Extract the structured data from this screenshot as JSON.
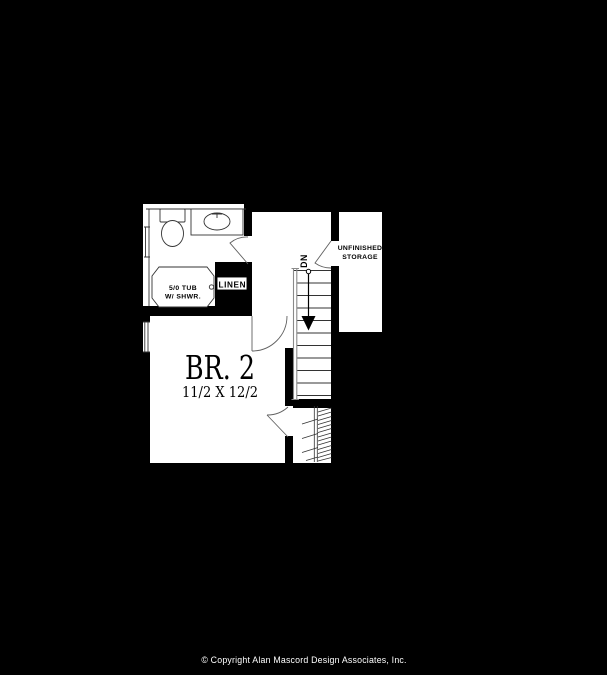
{
  "floor_plan": {
    "bedroom": {
      "name": "BR. 2",
      "dimensions": "11/2 X 12/2"
    },
    "bath": {
      "tub_line1": "5/0 TUB",
      "tub_line2": "W/ SHWR."
    },
    "linen": {
      "label": "LINEN"
    },
    "storage": {
      "line1": "UNFINISHED",
      "line2": "STORAGE"
    },
    "stairs": {
      "direction": "DN"
    }
  },
  "footer": {
    "copyright": "© Copyright Alan Mascord Design Associates, Inc."
  },
  "colors": {
    "background": "#000000",
    "floor": "#ffffff",
    "wall": "#000000",
    "thin_line": "#333333",
    "door_line": "#606060",
    "railing": "#8a8a8a",
    "footer_text": "#ffffff"
  }
}
